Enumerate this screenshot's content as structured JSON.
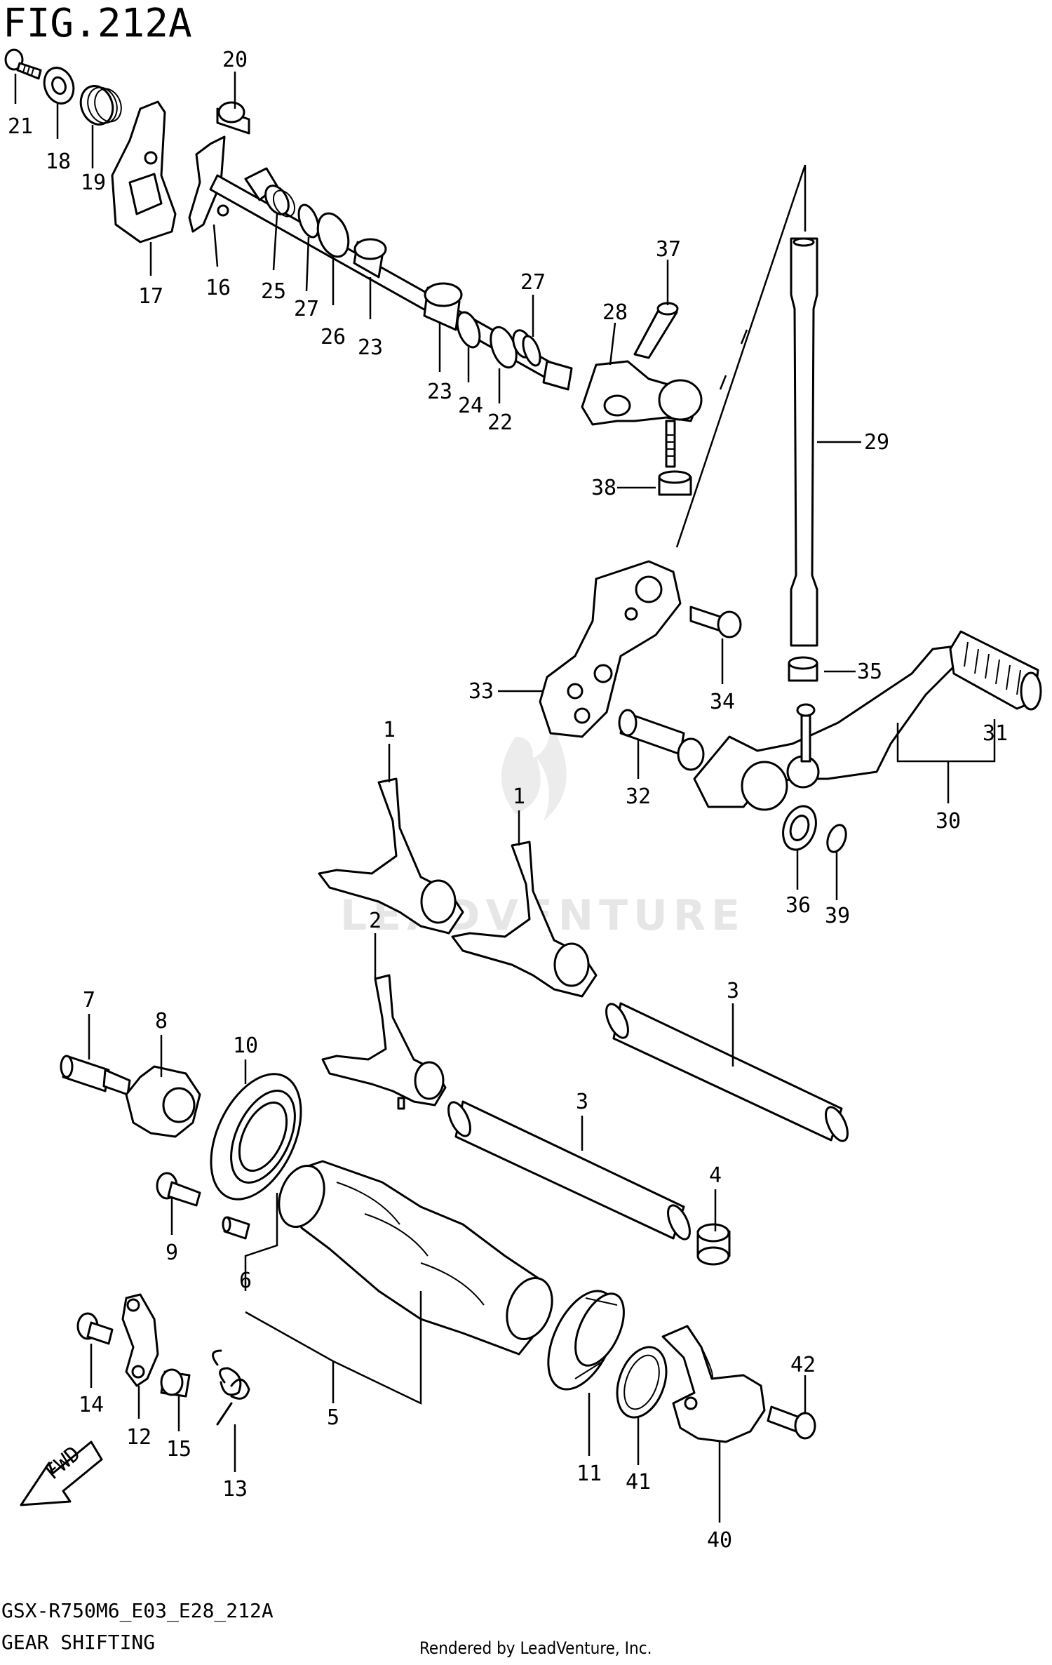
{
  "figure": {
    "title": "FIG.212A",
    "model_code": "GSX-R750M6_E03_E28_212A",
    "section_name": "GEAR SHIFTING",
    "rendered_by": "Rendered by LeadVenture, Inc.",
    "watermark": "LEADVENTURE",
    "fwd_label": "FWD"
  },
  "callouts": [
    {
      "id": "c21",
      "text": "21"
    },
    {
      "id": "c18",
      "text": "18"
    },
    {
      "id": "c19",
      "text": "19"
    },
    {
      "id": "c20",
      "text": "20"
    },
    {
      "id": "c17",
      "text": "17"
    },
    {
      "id": "c16",
      "text": "16"
    },
    {
      "id": "c25",
      "text": "25"
    },
    {
      "id": "c27a",
      "text": "27"
    },
    {
      "id": "c26",
      "text": "26"
    },
    {
      "id": "c23a",
      "text": "23"
    },
    {
      "id": "c23b",
      "text": "23"
    },
    {
      "id": "c24",
      "text": "24"
    },
    {
      "id": "c22",
      "text": "22"
    },
    {
      "id": "c27b",
      "text": "27"
    },
    {
      "id": "c28",
      "text": "28"
    },
    {
      "id": "c37",
      "text": "37"
    },
    {
      "id": "c29",
      "text": "29"
    },
    {
      "id": "c38",
      "text": "38"
    },
    {
      "id": "c33",
      "text": "33"
    },
    {
      "id": "c34",
      "text": "34"
    },
    {
      "id": "c35",
      "text": "35"
    },
    {
      "id": "c31",
      "text": "31"
    },
    {
      "id": "c30",
      "text": "30"
    },
    {
      "id": "c32",
      "text": "32"
    },
    {
      "id": "c36",
      "text": "36"
    },
    {
      "id": "c39",
      "text": "39"
    },
    {
      "id": "c1a",
      "text": "1"
    },
    {
      "id": "c1b",
      "text": "1"
    },
    {
      "id": "c2",
      "text": "2"
    },
    {
      "id": "c3a",
      "text": "3"
    },
    {
      "id": "c3b",
      "text": "3"
    },
    {
      "id": "c4",
      "text": "4"
    },
    {
      "id": "c7",
      "text": "7"
    },
    {
      "id": "c8",
      "text": "8"
    },
    {
      "id": "c10",
      "text": "10"
    },
    {
      "id": "c9",
      "text": "9"
    },
    {
      "id": "c6",
      "text": "6"
    },
    {
      "id": "c5",
      "text": "5"
    },
    {
      "id": "c14",
      "text": "14"
    },
    {
      "id": "c12",
      "text": "12"
    },
    {
      "id": "c15",
      "text": "15"
    },
    {
      "id": "c13",
      "text": "13"
    },
    {
      "id": "c11",
      "text": "11"
    },
    {
      "id": "c41",
      "text": "41"
    },
    {
      "id": "c40",
      "text": "40"
    },
    {
      "id": "c42",
      "text": "42"
    }
  ]
}
